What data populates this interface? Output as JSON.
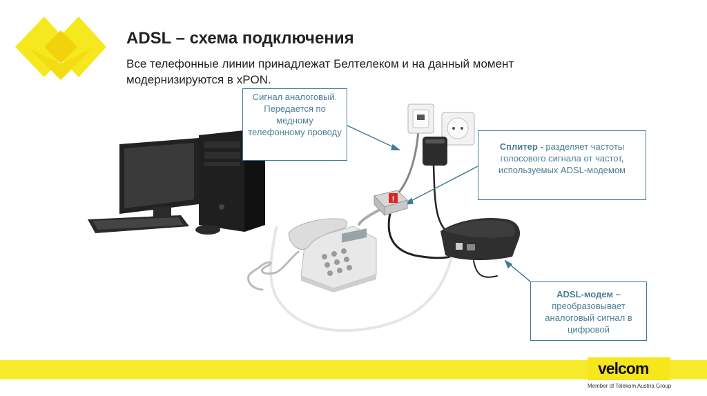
{
  "title": "ADSL – схема подключения",
  "subtitle": "Все телефонные линии принадлежат Белтелеком и на данный момент модернизируются в xPON.",
  "callouts": {
    "signal": "Сигнал аналоговый. Передается по медному телефонному проводу",
    "splitter": {
      "term": "Сплитер -",
      "text": " разделяет частоты голосового сигнала от частот, используемых ADSL-модемом"
    },
    "modem": {
      "term": "ADSL-модем –",
      "text": " преобразовывает аналоговый сигнал в цифровой"
    }
  },
  "splitter_mark": "!",
  "footer": {
    "brand": "velcom",
    "member": "Member of Telekom Austria Group"
  },
  "colors": {
    "accent_yellow": "#f6ea2d",
    "callout_border": "#3f7b97",
    "callout_text": "#4b7d95",
    "splitter_red": "#d9262b"
  },
  "icons": [
    "heart-logo-icon",
    "computer-icon",
    "monitor-icon",
    "keyboard-icon",
    "mouse-icon",
    "phone-socket-icon",
    "power-socket-icon",
    "power-adapter-icon",
    "splitter-icon",
    "telephone-icon",
    "modem-icon"
  ]
}
